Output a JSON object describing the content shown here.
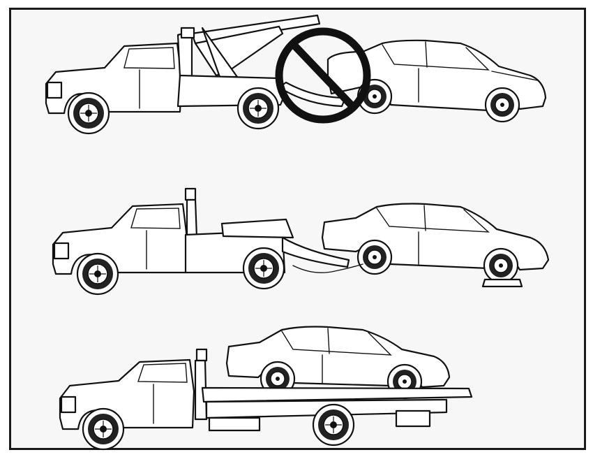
{
  "illustration": {
    "border_color": "#1a1a1a",
    "background": "#f7f7f7",
    "ink": "#111111",
    "panels": [
      {
        "method": "wheel-lift-sling",
        "allowed": false,
        "symbol": "prohibited-icon"
      },
      {
        "method": "wheel-lift-with-dollies",
        "allowed": true
      },
      {
        "method": "flatbed-car-carrier",
        "allowed": true
      }
    ]
  }
}
